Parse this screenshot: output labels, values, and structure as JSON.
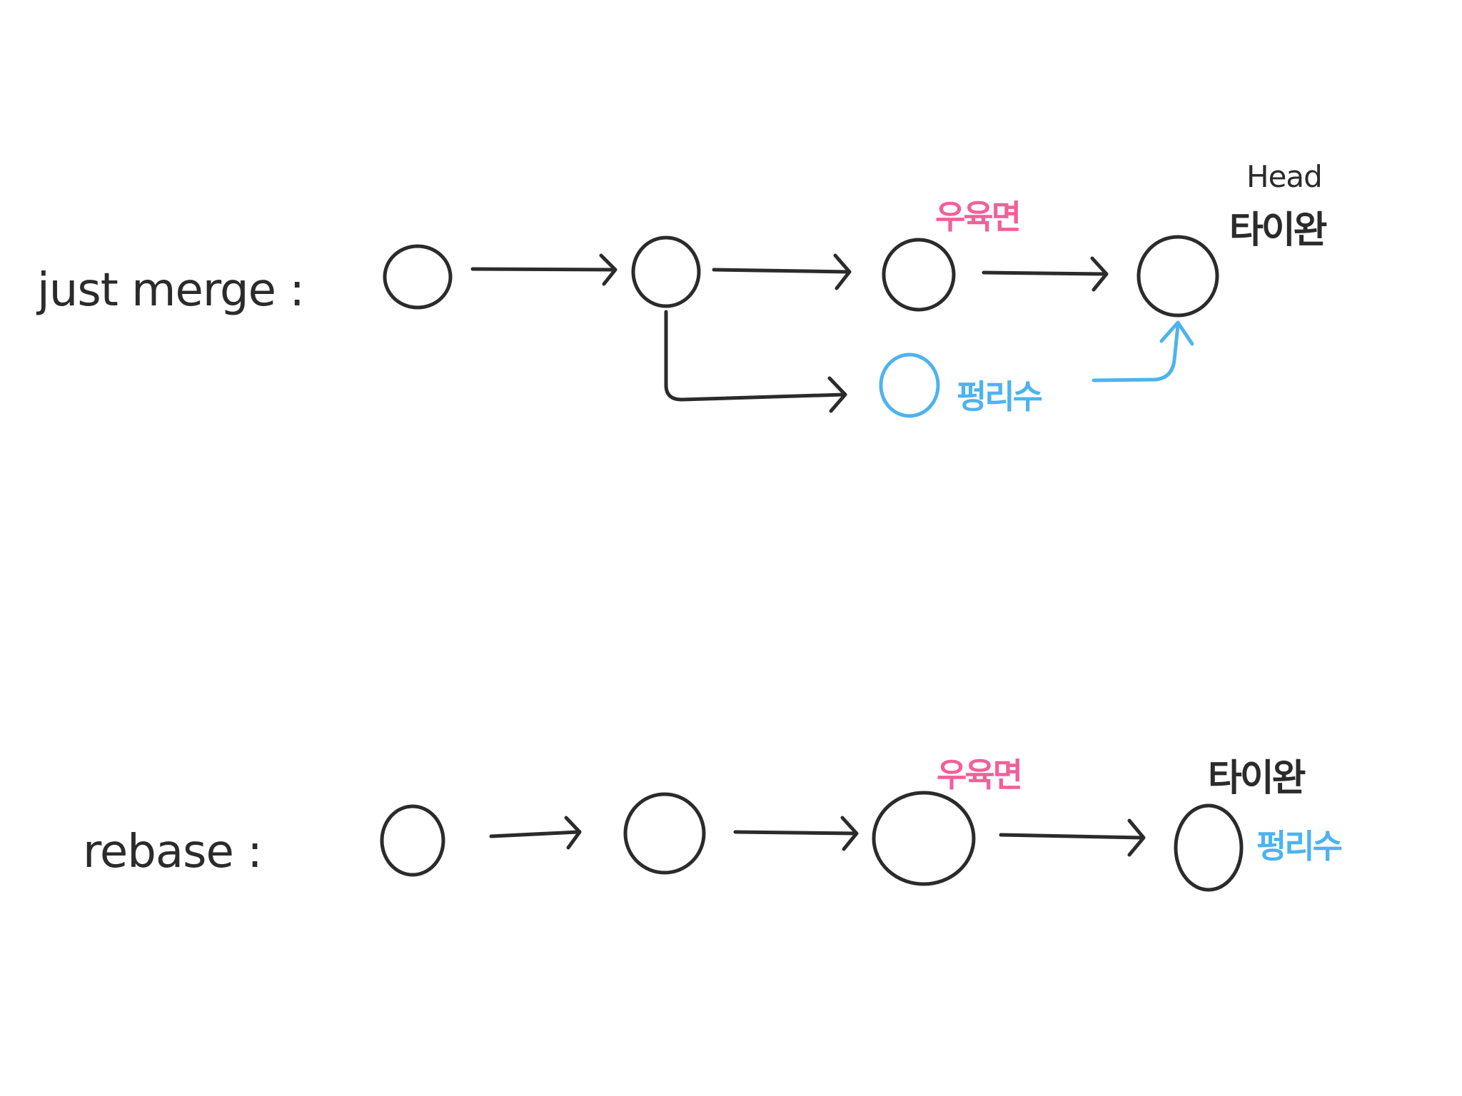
{
  "colors": {
    "ink": "#2b2b2b",
    "pink": "#f0609a",
    "blue": "#4db3ee",
    "background": "#ffffff"
  },
  "merge_row": {
    "label": "just merge :",
    "branch_pink": "우육면",
    "branch_blue": "펑리수",
    "head_label": "Head",
    "branch_black": "타이완"
  },
  "rebase_row": {
    "label": "rebase :",
    "branch_pink": "우육면",
    "branch_black": "타이완",
    "branch_blue": "펑리수"
  }
}
